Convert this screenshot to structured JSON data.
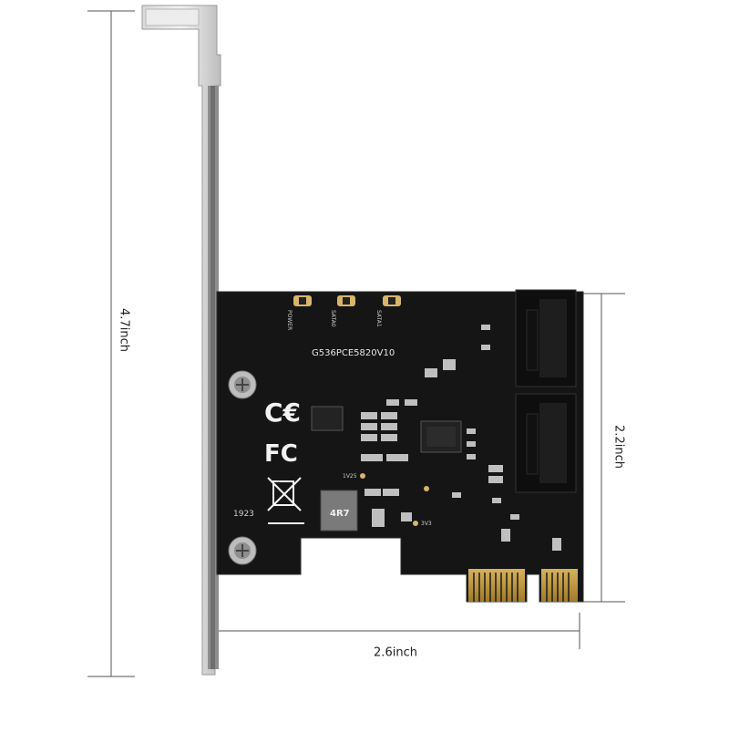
{
  "dimensions": {
    "height_label": "4.7inch",
    "pcb_height_label": "2.2inch",
    "width_label": "2.6inch"
  },
  "board": {
    "model_text": "G536PCE5820V10",
    "led_labels": [
      "POWER",
      "SATA0",
      "SATA1"
    ],
    "marking_923": "1923",
    "inductor_text": "4R7",
    "v3_label": "3V3",
    "v125_label": "1V25"
  },
  "colors": {
    "pcb": "#141414",
    "bracket": "#c9c9c9",
    "gold": "#c9a44c",
    "line": "#555555"
  }
}
